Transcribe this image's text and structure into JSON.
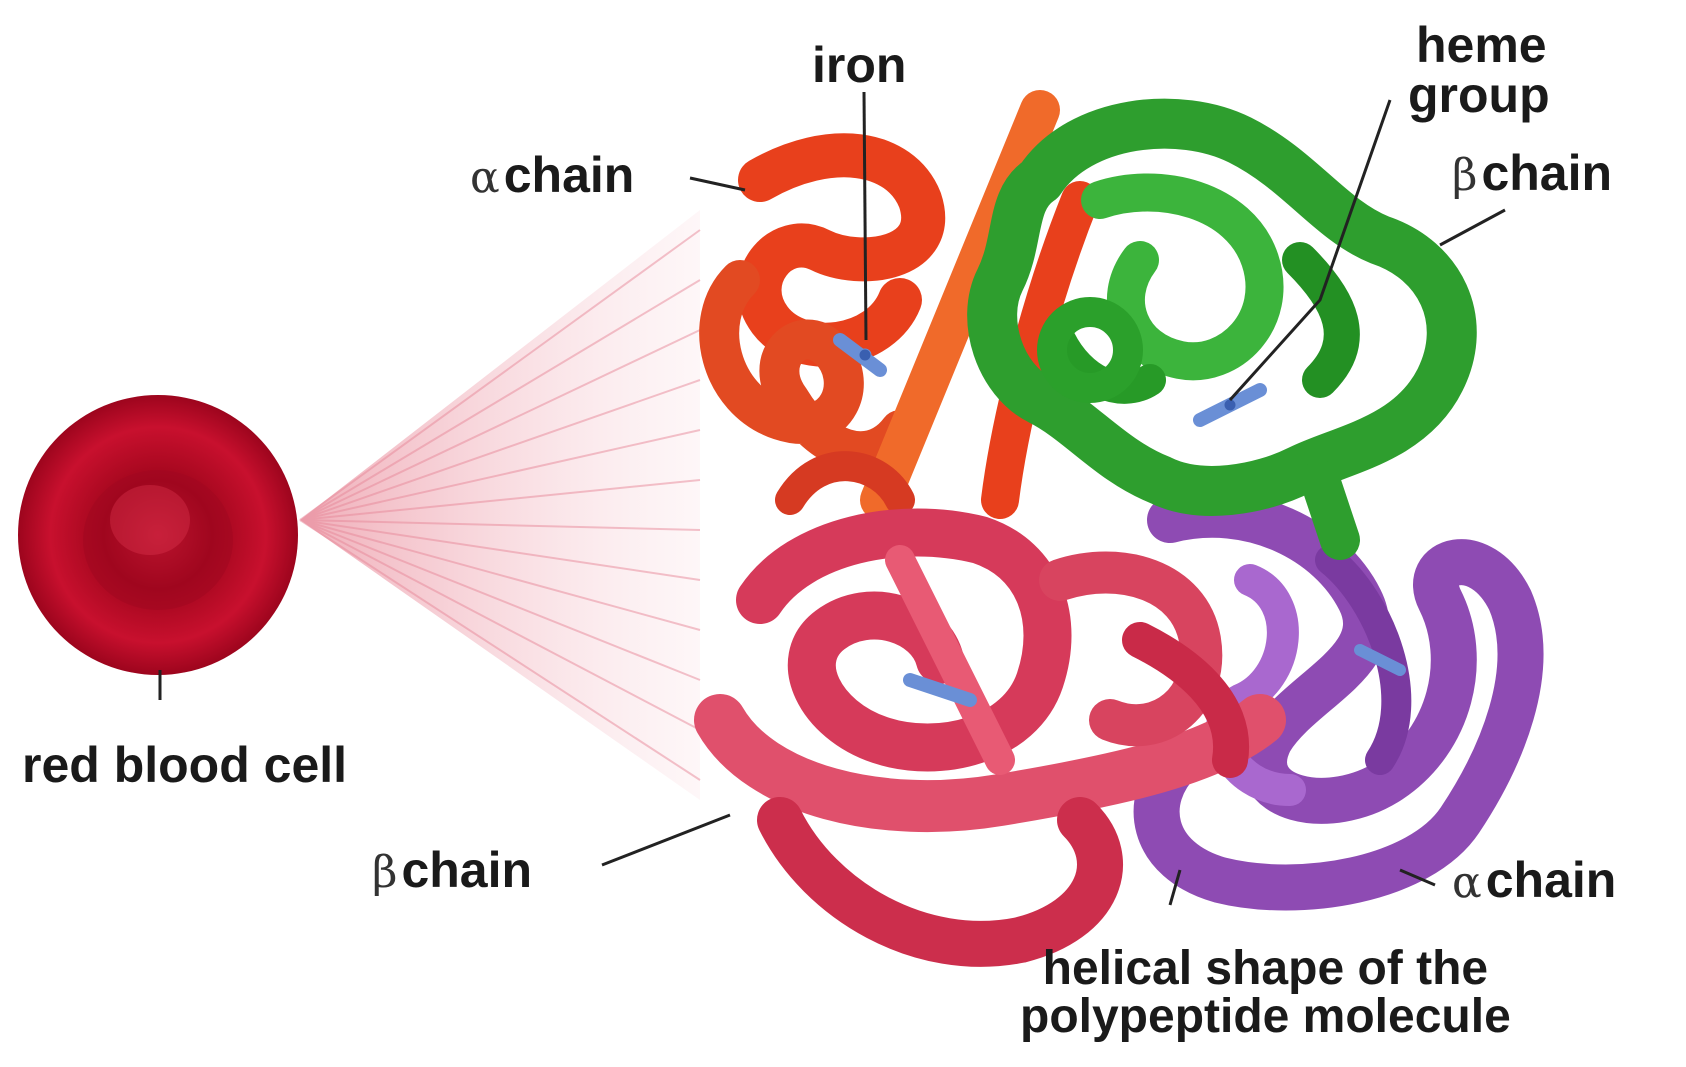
{
  "labels": {
    "iron": "iron",
    "heme_line1": "heme",
    "heme_line2": "group",
    "alpha_top_symbol": "α",
    "alpha_top_word": "chain",
    "beta_top_symbol": "β",
    "beta_top_word": "chain",
    "red_blood_cell": "red blood cell",
    "beta_bottom_symbol": "β",
    "beta_bottom_word": "chain",
    "alpha_bottom_symbol": "α",
    "alpha_bottom_word": "chain",
    "helical_line1": "helical shape of the",
    "helical_line2": "polypeptide molecule"
  },
  "colors": {
    "red_blood_cell": "#c8102e",
    "alpha_chain_top": "#e8401c",
    "beta_chain_top": "#2e9e2e",
    "beta_chain_bottom": "#d63a5a",
    "alpha_chain_bottom": "#8e4bb3",
    "heme": "#6a8fd6",
    "leader_line": "#222222"
  }
}
